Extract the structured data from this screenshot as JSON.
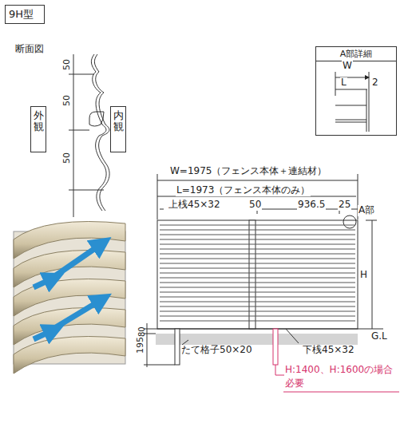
{
  "diagram": {
    "nodes": [
      {
        "text": [
          "9H型"
        ]
      },
      {
        "text": [
          "外観"
        ]
      },
      {
        "text": [
          "内観"
        ]
      },
      {
        "text": [
          "A部詳細"
        ]
      }
    ],
    "labels": [
      "断面図",
      "50",
      "50",
      "50",
      "W",
      "L",
      "2",
      "W=1975（フェンス本体＋連結材）",
      "L=1973（フェンス本体のみ）",
      "上桟45×32",
      "50",
      "936.5",
      "25",
      "A部",
      "H",
      "G.L",
      "たて格子50×20",
      "下桟45×32",
      "H:1400、H:1600の場合必要",
      "195",
      "80"
    ]
  }
}
